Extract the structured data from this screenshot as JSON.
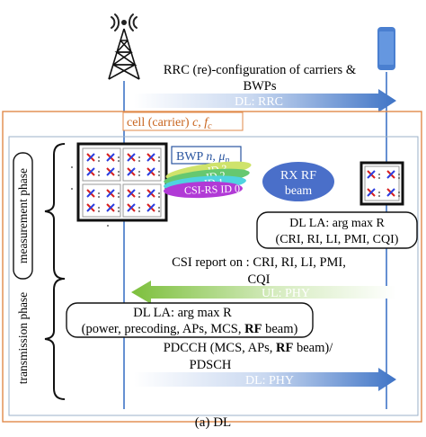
{
  "rrc": {
    "line1": "RRC (re)-configuration of carriers &",
    "line2": "BWPs",
    "arrow_label": "DL: RRC"
  },
  "cell": {
    "label_prefix": "cell (carrier) ",
    "label_c": "c",
    "label_sep": ", ",
    "label_f": "f",
    "label_f_sub": "c"
  },
  "phases": {
    "measurement": "measurement phase",
    "transmission": "transmission phase"
  },
  "bwp": {
    "label_prefix": "BWP ",
    "label_n": "n",
    "label_sep": ", ",
    "label_mu": "μ",
    "label_mu_sub": "n"
  },
  "beams": {
    "labels": [
      "ID 3",
      "ID 2",
      "ID 1",
      "CSI-RS ID 0"
    ],
    "colors": [
      "#cfe36b",
      "#66c870",
      "#4fd3e0",
      "#b13ad6"
    ]
  },
  "rx_beam": {
    "line1": "RX RF",
    "line2": "beam",
    "color": "#4a6fc9"
  },
  "dl_la_1": {
    "line1": "DL LA: arg max R",
    "line2": "(CRI, RI, LI, PMI, CQI)"
  },
  "csi_report": {
    "line1": "CSI report on : CRI, RI, LI, PMI,",
    "line2": "CQI",
    "arrow_label": "UL: PHY"
  },
  "dl_la_2": {
    "line1": "DL LA: arg max R",
    "line2_a": "(power, precoding, APs, MCS, ",
    "line2_b": "RF",
    "line2_c": " beam)"
  },
  "pdcch": {
    "line1_a": "PDCCH (MCS, APs, ",
    "line1_b": "RF",
    "line1_c": " beam)/",
    "line2": "PDSCH",
    "arrow_label": "DL: PHY"
  },
  "caption": "(a) DL",
  "colors": {
    "dl_arrow": "#3f74c6",
    "ul_arrow": "#7cbf3c",
    "cell_border": "#e08a4a",
    "cell_text": "#c8641e",
    "phase_border": "#9bb0c8",
    "bwp_text": "#2a55a0",
    "phone": "#4a7fd0"
  }
}
